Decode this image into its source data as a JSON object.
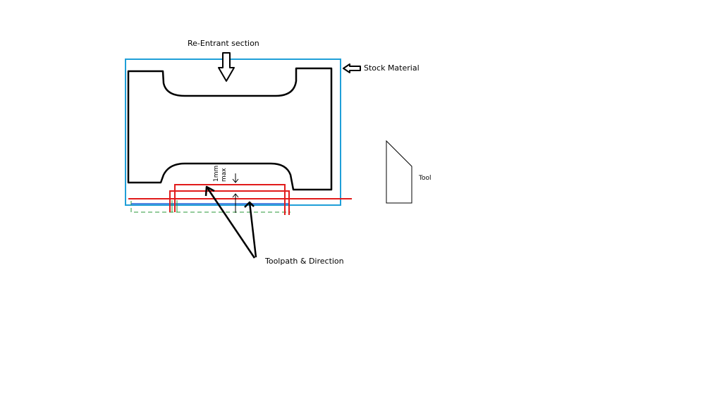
{
  "labels": {
    "reentrant": "Re-Entrant section",
    "stock": "Stock Material",
    "tool": "Tool",
    "toolpath": "Toolpath & Direction",
    "dimension_value": "1mm",
    "dimension_qualifier": "max"
  },
  "colors": {
    "stock_outline": "#1f9fd8",
    "part_outline": "#000000",
    "toolpath": "#e11b1b",
    "blue_path": "#1f5fd8",
    "green_path": "#2a9a3a",
    "background": "#ffffff"
  }
}
